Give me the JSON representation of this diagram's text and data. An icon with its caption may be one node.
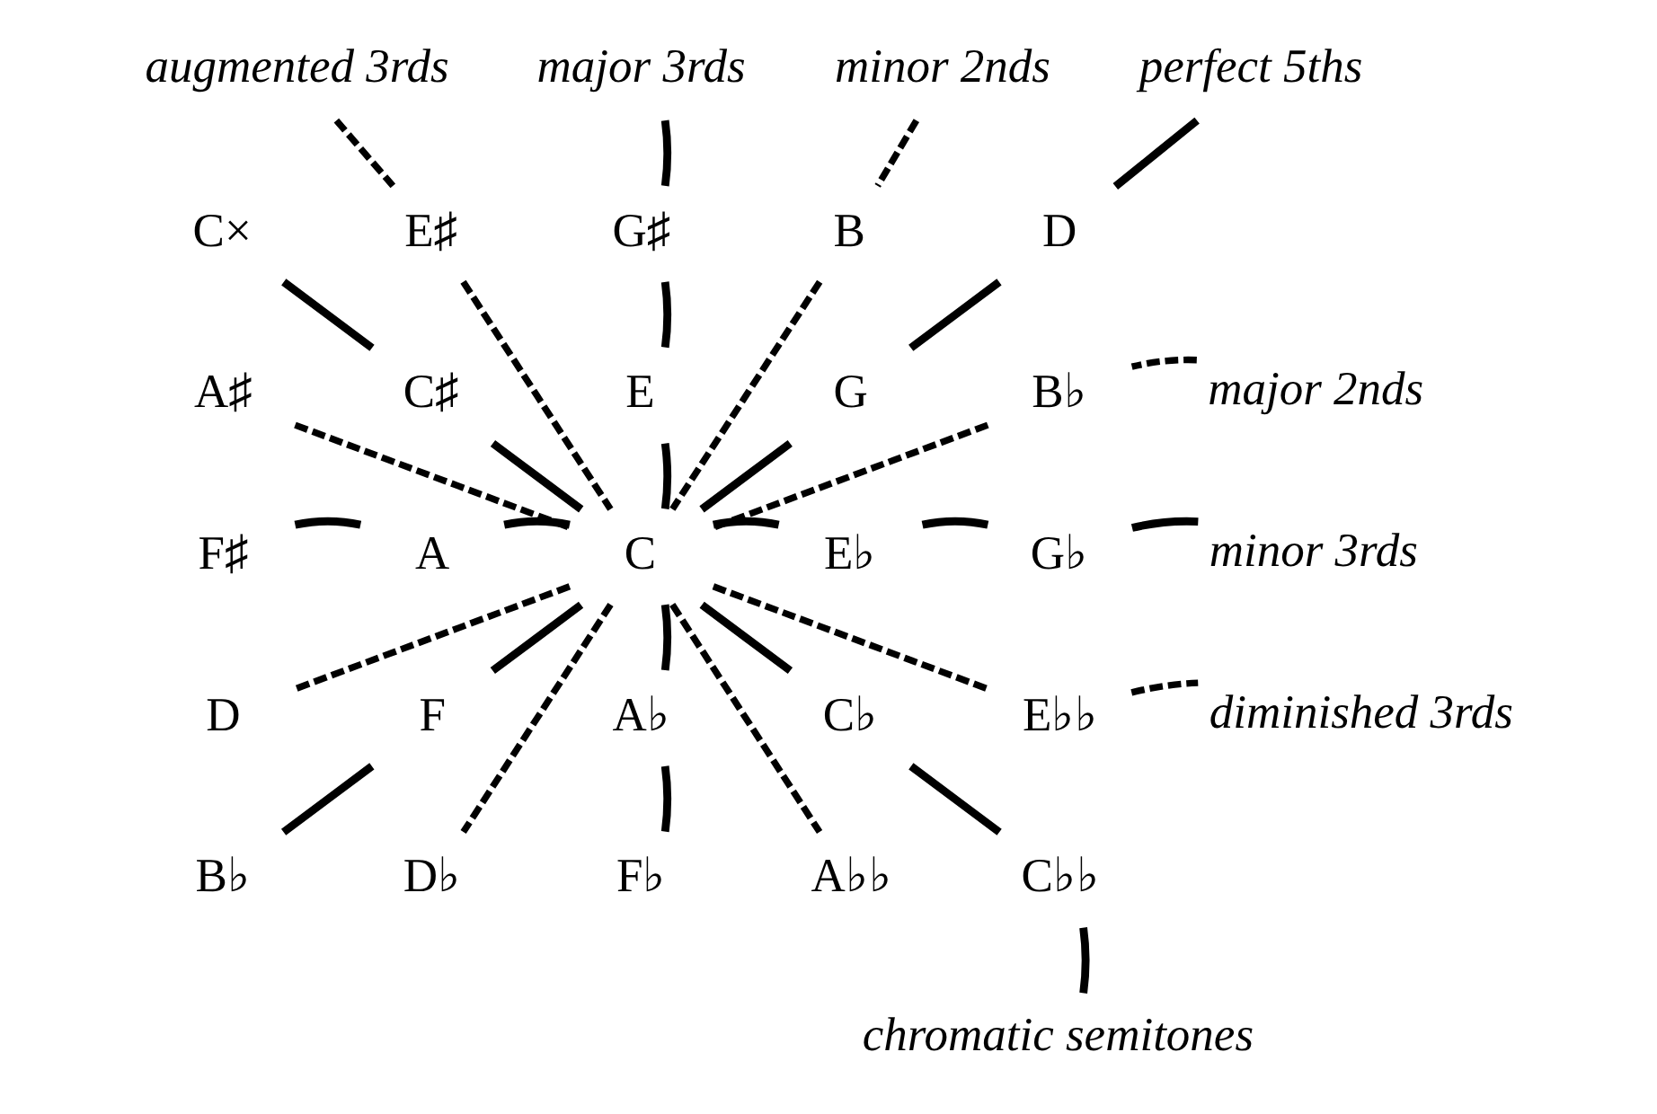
{
  "diagram": {
    "nodes": [
      {
        "text": [
          "augmented 3rds"
        ]
      },
      {
        "text": [
          "major 3rds"
        ]
      },
      {
        "text": [
          "minor 2nds"
        ]
      },
      {
        "text": [
          "perfect 5ths"
        ]
      },
      {
        "text": [
          "C×"
        ]
      },
      {
        "text": [
          "E♯"
        ]
      },
      {
        "text": [
          "G♯"
        ]
      },
      {
        "text": [
          "B"
        ]
      },
      {
        "text": [
          "D"
        ]
      },
      {
        "text": [
          "major 2nds"
        ]
      },
      {
        "text": [
          "A♯"
        ]
      },
      {
        "text": [
          "C♯"
        ]
      },
      {
        "text": [
          "E"
        ]
      },
      {
        "text": [
          "G"
        ]
      },
      {
        "text": [
          "B♭"
        ]
      },
      {
        "text": [
          "F♯"
        ]
      },
      {
        "text": [
          "A"
        ]
      },
      {
        "text": [
          "C"
        ]
      },
      {
        "text": [
          "E♭"
        ]
      },
      {
        "text": [
          "G♭"
        ]
      },
      {
        "text": [
          "minor 3rds"
        ]
      },
      {
        "text": [
          "D"
        ]
      },
      {
        "text": [
          "F"
        ]
      },
      {
        "text": [
          "A♭"
        ]
      },
      {
        "text": [
          "C♭"
        ]
      },
      {
        "text": [
          "E♭♭"
        ]
      },
      {
        "text": [
          "diminished 3rds"
        ]
      },
      {
        "text": [
          "B♭"
        ]
      },
      {
        "text": [
          "D♭"
        ]
      },
      {
        "text": [
          "F♭"
        ]
      },
      {
        "text": [
          "A♭♭"
        ]
      },
      {
        "text": [
          "C♭♭"
        ]
      },
      {
        "text": [
          "chromatic semitones"
        ]
      }
    ],
    "edges": [
      {
        "from": 0,
        "to": 5,
        "arrow": "none",
        "style": "dashed"
      },
      {
        "from": 5,
        "to": 17,
        "arrow": "none",
        "style": "dashed"
      },
      {
        "from": 17,
        "to": 30,
        "arrow": "none",
        "style": "dashed"
      },
      {
        "from": 1,
        "to": 6,
        "arrow": "none"
      },
      {
        "from": 6,
        "to": 12,
        "arrow": "none"
      },
      {
        "from": 12,
        "to": 17,
        "arrow": "none"
      },
      {
        "from": 17,
        "to": 23,
        "arrow": "none"
      },
      {
        "from": 23,
        "to": 29,
        "arrow": "none"
      },
      {
        "from": 2,
        "to": 7,
        "arrow": "none",
        "style": "dashed"
      },
      {
        "from": 7,
        "to": 17,
        "arrow": "none",
        "style": "dashed"
      },
      {
        "from": 17,
        "to": 28,
        "arrow": "none",
        "style": "dashed"
      },
      {
        "from": 3,
        "to": 8,
        "arrow": "none"
      },
      {
        "from": 8,
        "to": 13,
        "arrow": "none"
      },
      {
        "from": 13,
        "to": 17,
        "arrow": "none"
      },
      {
        "from": 17,
        "to": 22,
        "arrow": "none"
      },
      {
        "from": 22,
        "to": 27,
        "arrow": "none"
      },
      {
        "from": 4,
        "to": 11,
        "arrow": "none"
      },
      {
        "from": 11,
        "to": 17,
        "arrow": "none"
      },
      {
        "from": 17,
        "to": 24,
        "arrow": "none"
      },
      {
        "from": 24,
        "to": 31,
        "arrow": "none"
      },
      {
        "from": 31,
        "to": 32,
        "arrow": "none"
      },
      {
        "from": 9,
        "to": 14,
        "arrow": "none",
        "style": "dashed"
      },
      {
        "from": 14,
        "to": 17,
        "arrow": "none",
        "style": "dashed"
      },
      {
        "from": 17,
        "to": 21,
        "arrow": "none",
        "style": "dashed"
      },
      {
        "from": 10,
        "to": 17,
        "arrow": "none",
        "style": "dashed"
      },
      {
        "from": 17,
        "to": 25,
        "arrow": "none",
        "style": "dashed"
      },
      {
        "from": 25,
        "to": 26,
        "arrow": "none",
        "style": "dashed"
      },
      {
        "from": 15,
        "to": 16,
        "arrow": "none"
      },
      {
        "from": 16,
        "to": 17,
        "arrow": "none"
      },
      {
        "from": 17,
        "to": 18,
        "arrow": "none"
      },
      {
        "from": 18,
        "to": 19,
        "arrow": "none"
      },
      {
        "from": 19,
        "to": 20,
        "arrow": "none"
      }
    ]
  }
}
